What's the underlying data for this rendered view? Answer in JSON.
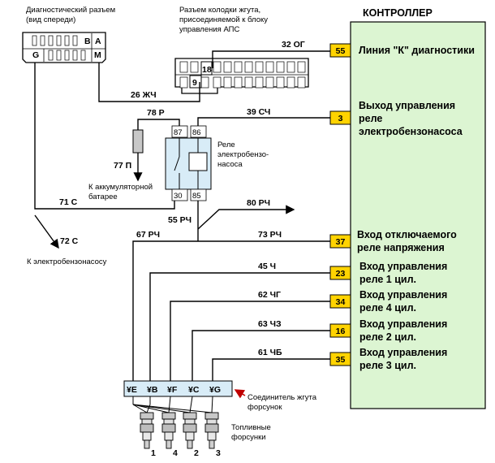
{
  "controller": {
    "title": "КОНТРОЛЛЕР",
    "fill": "#dcf5d2",
    "inputs": [
      {
        "pin": "55",
        "lines": [
          "Линия \"К\" диагностики"
        ]
      },
      {
        "pin": "3",
        "lines": [
          "Выход управления",
          "реле",
          "электробензонасоса"
        ]
      },
      {
        "pin": "37",
        "lines": [
          "Вход отключаемого",
          "реле напряжения"
        ]
      },
      {
        "pin": "23",
        "lines": [
          "Вход управления",
          "реле 1 цил."
        ]
      },
      {
        "pin": "34",
        "lines": [
          "Вход управления",
          "реле 4 цил."
        ]
      },
      {
        "pin": "16",
        "lines": [
          "Вход управления",
          "реле 2 цил."
        ]
      },
      {
        "pin": "35",
        "lines": [
          "Вход управления",
          "реле 3 цил."
        ]
      }
    ]
  },
  "pin_fill": "#ffd300",
  "diag": {
    "title": [
      "Диагностический разъем",
      "(вид спереди)"
    ],
    "pins": [
      "B",
      "A",
      "G",
      "M"
    ]
  },
  "harness": {
    "title": [
      "Разъем колодки жгута,",
      "присоединяемой к блоку",
      "управления АПС"
    ],
    "pins": [
      "18",
      "9"
    ]
  },
  "relay": {
    "title": [
      "Реле",
      "электробензо-",
      "насоса"
    ],
    "pins": [
      "87",
      "86",
      "30",
      "85"
    ],
    "fill": "#d8ecf7"
  },
  "wires": {
    "w32": "32 ОГ",
    "w26": "26 ЖЧ",
    "w78": "78 Р",
    "w39": "39 СЧ",
    "w77": "77 П",
    "w71": "71 С",
    "w80": "80 РЧ",
    "w55": "55 РЧ",
    "w72": "72 С",
    "w67": "67 РЧ",
    "w73": "73 РЧ",
    "w45": "45 Ч",
    "w62": "62 ЧГ",
    "w63": "63 ЧЗ",
    "w61": "61 ЧБ"
  },
  "notes": {
    "battery": [
      "К аккумуляторной",
      "батарее"
    ],
    "pump": "К электробензонасосу",
    "conn": [
      "Соединитель жгута",
      "форсунок"
    ],
    "inj": [
      "Топливные",
      "форсунки"
    ]
  },
  "connector": {
    "pins": [
      "E",
      "B",
      "F",
      "C",
      "G"
    ],
    "fill": "#d8ecf7"
  },
  "injectors": [
    "1",
    "4",
    "2",
    "3"
  ]
}
